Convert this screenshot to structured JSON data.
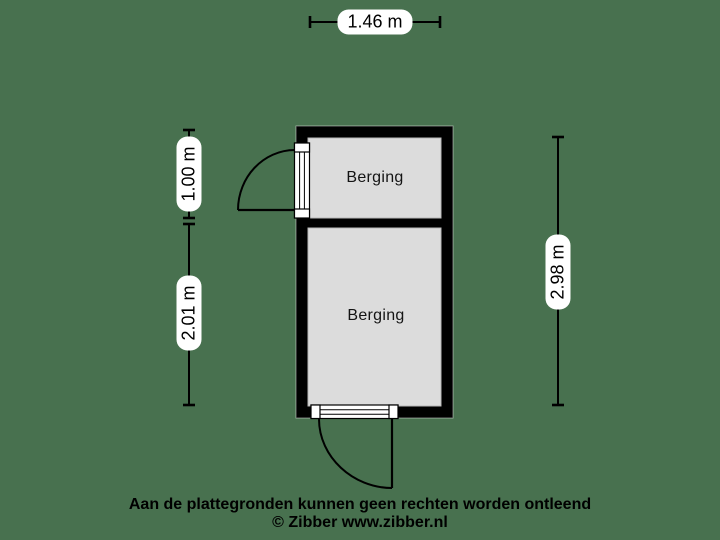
{
  "page": {
    "background_color": "#48714f"
  },
  "floorplan": {
    "wall_color": "#000000",
    "room_fill_color": "#dcdcdc",
    "rooms": [
      {
        "label": "Berging"
      },
      {
        "label": "Berging"
      }
    ]
  },
  "dimensions": {
    "width_top": {
      "label": "1.46 m"
    },
    "left_upper": {
      "label": "1.00 m"
    },
    "left_lower": {
      "label": "2.01 m"
    },
    "right_total": {
      "label": "2.98 m"
    }
  },
  "footer": {
    "disclaimer": "Aan de plattegronden kunnen geen rechten worden ontleend",
    "copyright": "© Zibber www.zibber.nl"
  }
}
